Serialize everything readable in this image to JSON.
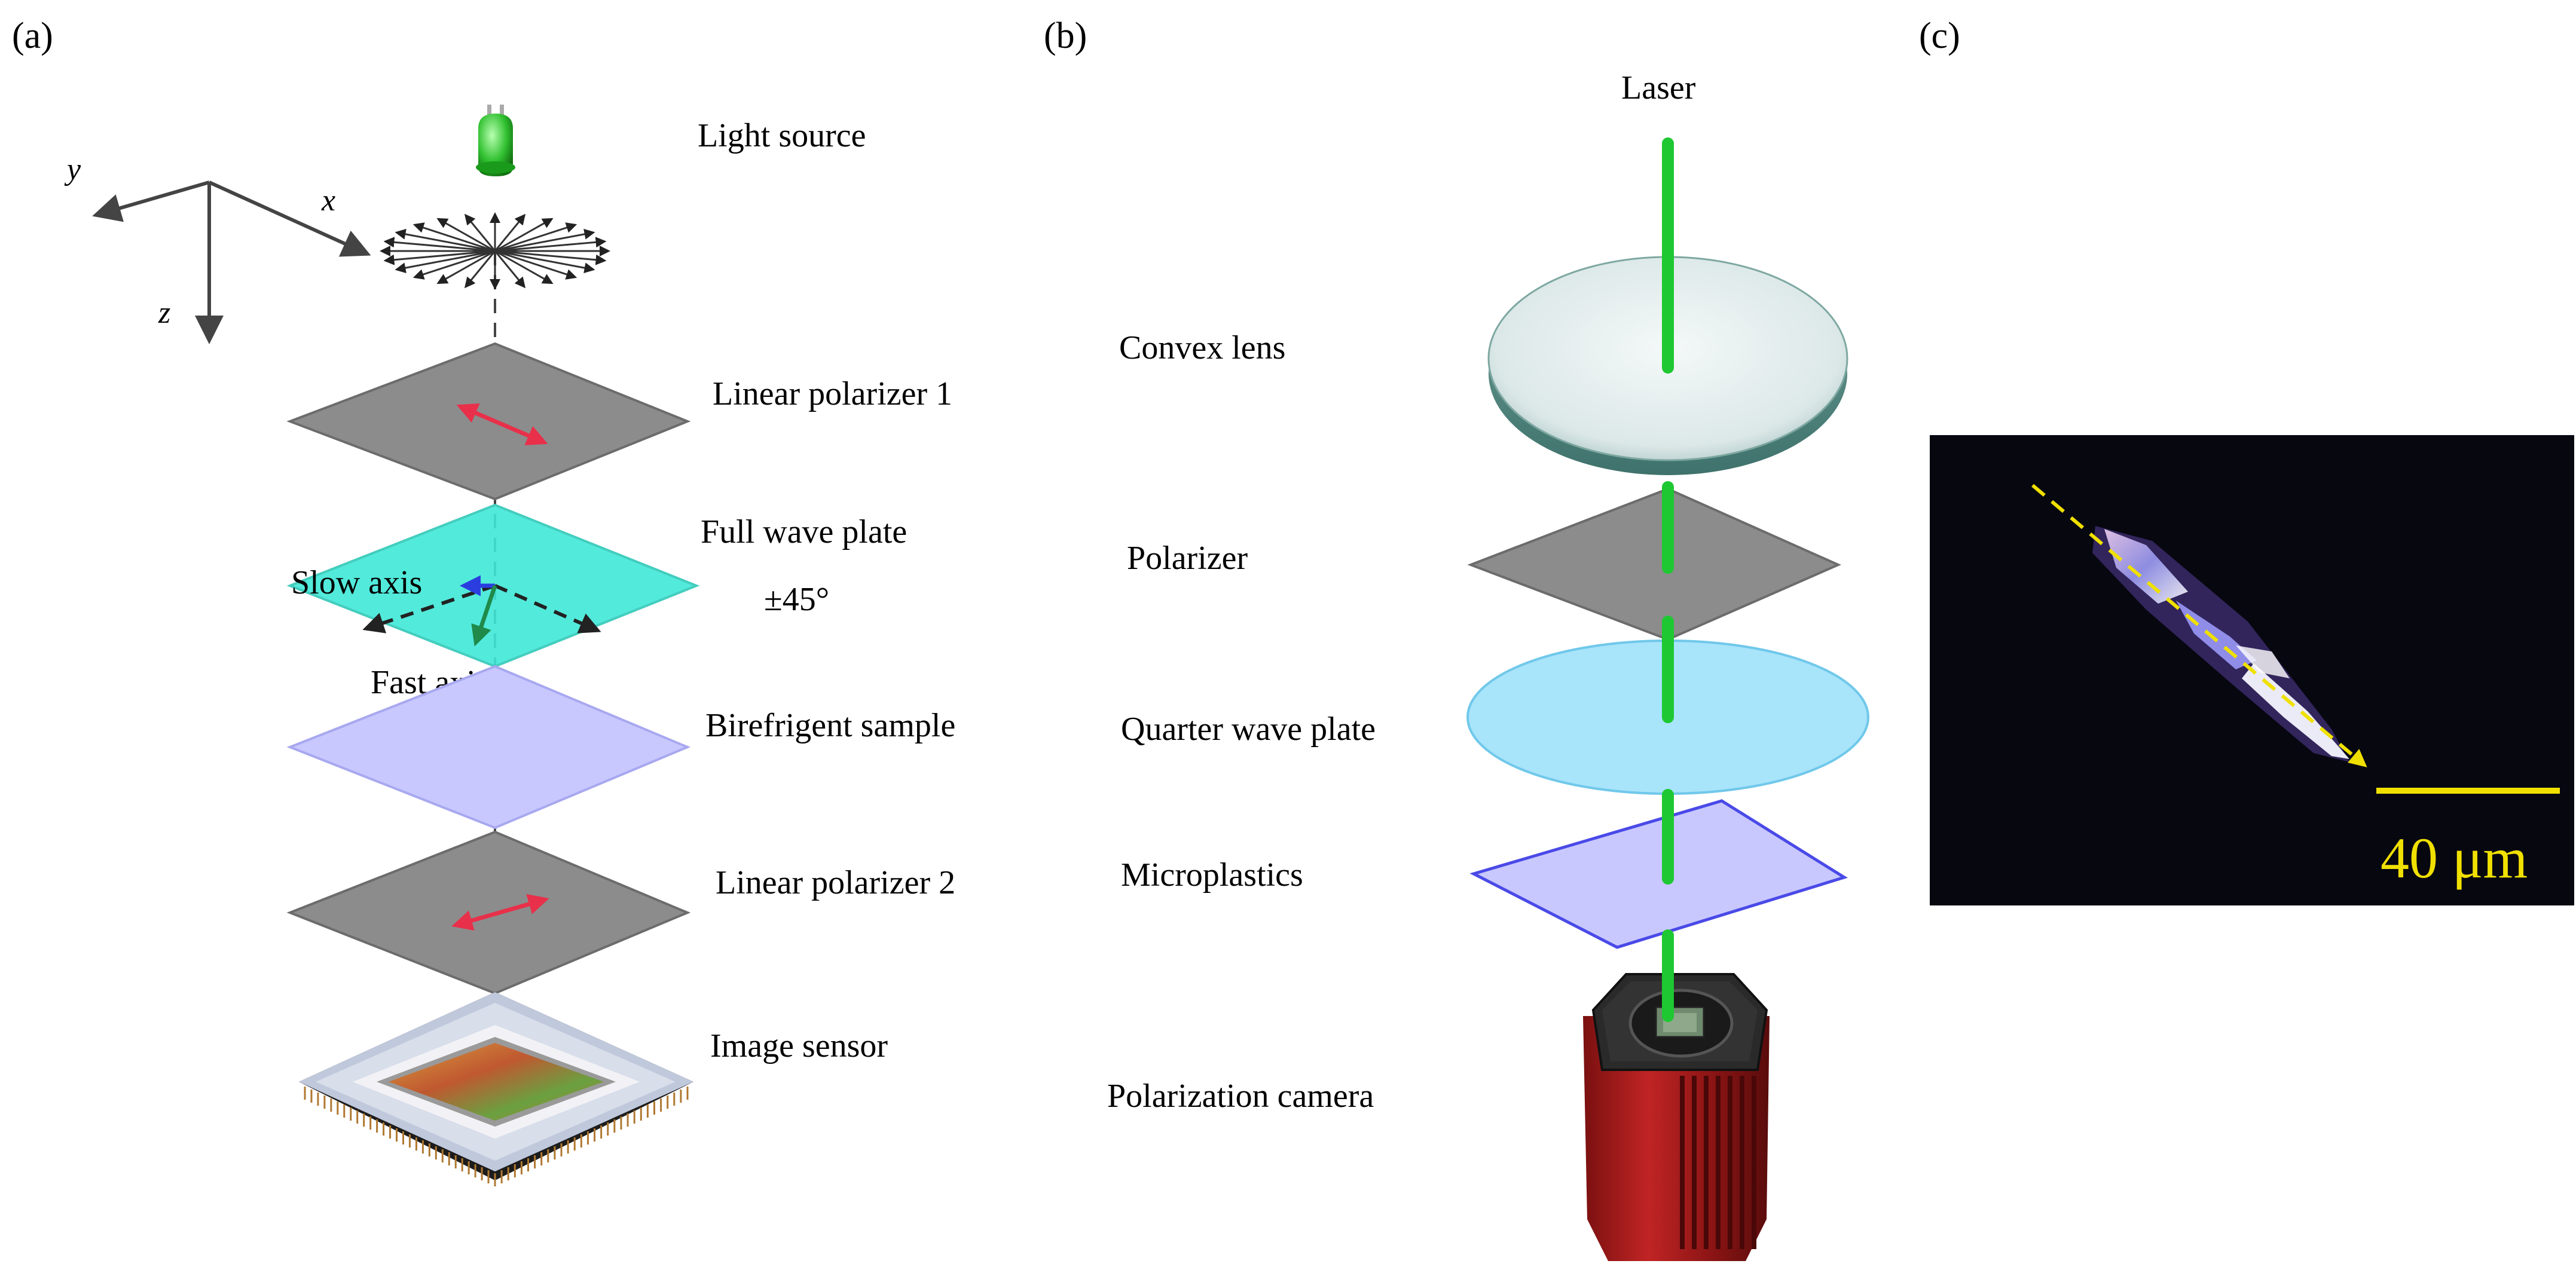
{
  "panels": {
    "a": {
      "label": "(a)",
      "axes": {
        "x": "x",
        "y": "y",
        "z": "z"
      },
      "layers": {
        "light_source": "Light source",
        "polarizer1": "Linear polarizer 1",
        "full_wave": "Full wave plate",
        "birefringent": "Birefrigent sample",
        "polarizer2": "Linear polarizer 2",
        "sensor": "Image sensor"
      },
      "slow_axis": "Slow axis",
      "fast_axis": "Fast axis",
      "angle": "±45°"
    },
    "b": {
      "label": "(b)",
      "layers": {
        "laser": "Laser",
        "convex_lens": "Convex lens",
        "polarizer": "Polarizer",
        "quarter_wave": "Quarter wave plate",
        "microplastics": "Microplastics",
        "camera": "Polarization camera"
      }
    },
    "c": {
      "label": "(c)",
      "scale_bar": "40 μm"
    }
  },
  "colors": {
    "polarizer_gray": "#8c8c8c",
    "wave_plate_cyan": "#40e8d8",
    "sample_lavender": "#c8c8ff",
    "laser_green": "#1ec832",
    "pol_arrow_red": "#e8304a",
    "quarter_plate_blue": "#a8e4fa",
    "scale_yellow": "#f0e000",
    "camera_red": "#a01818"
  }
}
